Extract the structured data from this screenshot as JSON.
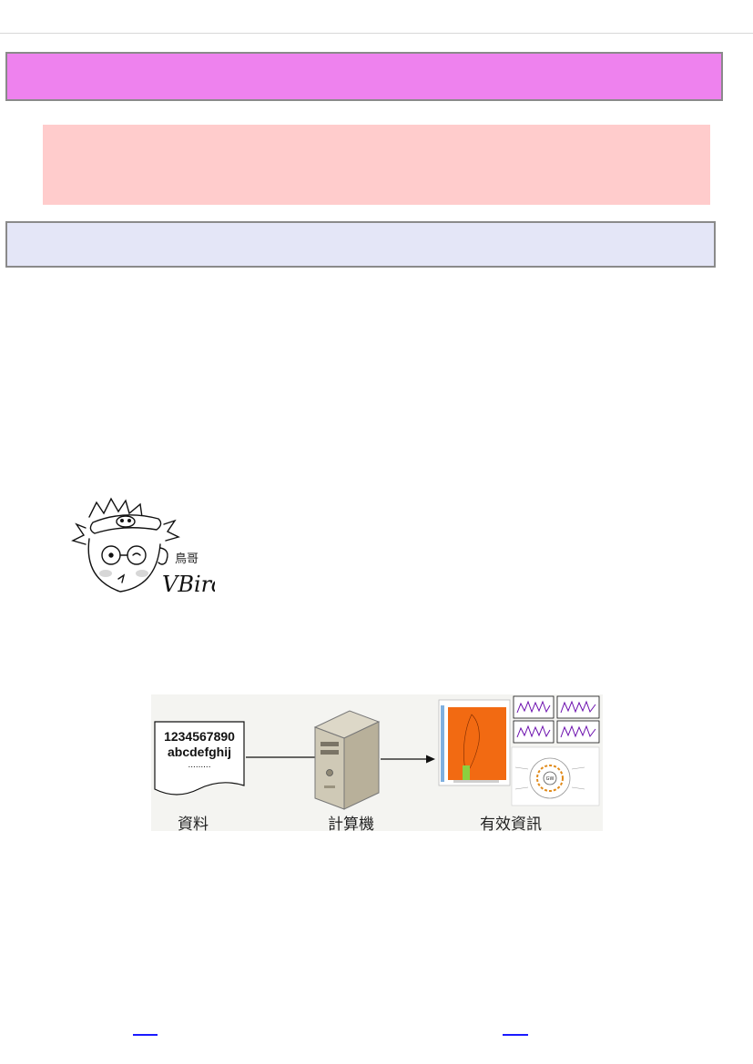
{
  "figure": {
    "doc_line1": "1234567890",
    "doc_line2": "abcdefghij",
    "doc_line3": ".........",
    "label_data": "資料",
    "label_computer": "計算機",
    "label_info": "有效資訊",
    "gw_label": "GW"
  },
  "avatar": {
    "sign_chinese": "鳥哥",
    "sign_latin": "VBird"
  },
  "colors": {
    "title_bar": "#ee82ee",
    "note_box": "#ffcccc",
    "section_bar": "#e4e6f7",
    "link": "#1a1aff"
  }
}
